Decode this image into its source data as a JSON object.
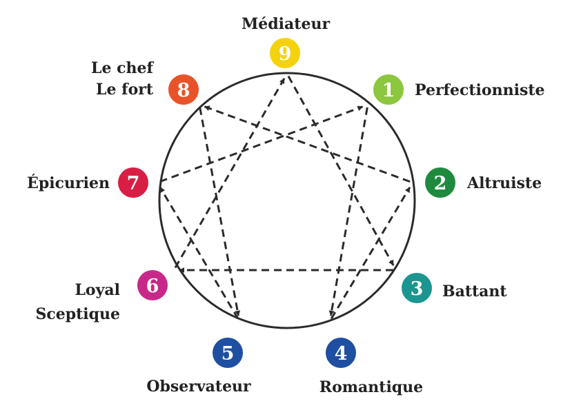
{
  "diagram": {
    "title": "",
    "circle_color": "#2b2b2b",
    "line_color": "#2b2b2b",
    "types": [
      {
        "number": "1",
        "label_lines": [
          "Perfectionniste"
        ],
        "color": "#8dc63f"
      },
      {
        "number": "2",
        "label_lines": [
          "Altruiste"
        ],
        "color": "#1e8a3e"
      },
      {
        "number": "3",
        "label_lines": [
          "Battant"
        ],
        "color": "#1b9590"
      },
      {
        "number": "4",
        "label_lines": [
          "Romantique"
        ],
        "color": "#1f4fa0"
      },
      {
        "number": "5",
        "label_lines": [
          "Observateur"
        ],
        "color": "#1f4fa0"
      },
      {
        "number": "6",
        "label_lines": [
          "Loyal",
          "Sceptique"
        ],
        "color": "#c8288a"
      },
      {
        "number": "7",
        "label_lines": [
          "Épicurien"
        ],
        "color": "#d81e45"
      },
      {
        "number": "8",
        "label_lines": [
          "Le chef",
          "Le fort"
        ],
        "color": "#e8532a"
      },
      {
        "number": "9",
        "label_lines": [
          "Médiateur"
        ],
        "color": "#f5d20f"
      }
    ],
    "connections": [
      {
        "from": "9",
        "to": "3"
      },
      {
        "from": "3",
        "to": "6"
      },
      {
        "from": "6",
        "to": "9"
      },
      {
        "from": "1",
        "to": "4"
      },
      {
        "from": "4",
        "to": "2"
      },
      {
        "from": "2",
        "to": "8"
      },
      {
        "from": "8",
        "to": "5"
      },
      {
        "from": "5",
        "to": "7"
      },
      {
        "from": "7",
        "to": "1"
      }
    ]
  }
}
